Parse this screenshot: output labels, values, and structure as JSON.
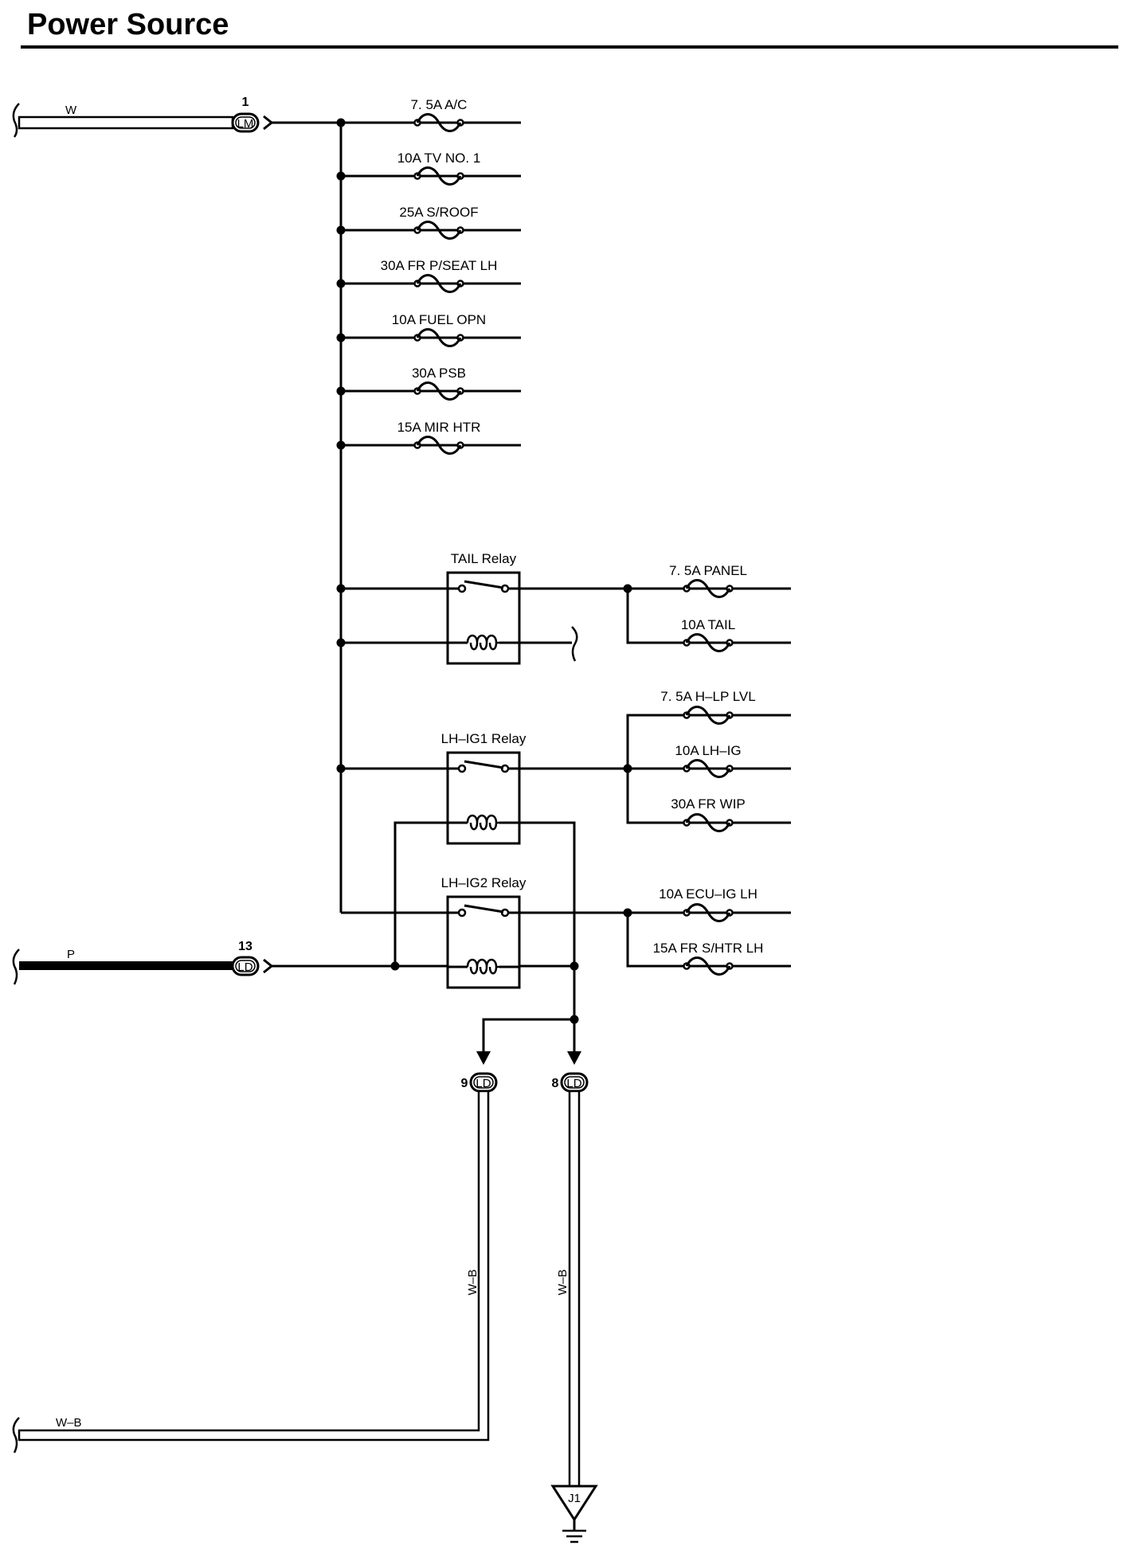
{
  "header": {
    "title": "Power Source"
  },
  "wires": {
    "top_in": "W",
    "mid_in": "P",
    "ground_left": "W–B",
    "ground_vert_1": "W–B",
    "ground_vert_2": "W–B"
  },
  "connectors": {
    "lm": {
      "pin": "1",
      "code": "LM"
    },
    "ld_in": {
      "pin": "13",
      "code": "LD"
    },
    "ld_9": {
      "pin": "9",
      "code": "LD"
    },
    "ld_8": {
      "pin": "8",
      "code": "LD"
    },
    "ground": "J1"
  },
  "fuses": {
    "f1": "7. 5A A/C",
    "f2": "10A TV NO. 1",
    "f3": "25A S/ROOF",
    "f4": "30A FR P/SEAT LH",
    "f5": "10A FUEL OPN",
    "f6": "30A PSB",
    "f7": "15A MIR HTR",
    "f8": "7. 5A PANEL",
    "f9": "10A TAIL",
    "f10": "7. 5A H–LP LVL",
    "f11": "10A LH–IG",
    "f12": "30A FR WIP",
    "f13": "10A ECU–IG LH",
    "f14": "15A FR S/HTR LH"
  },
  "relays": {
    "tail": "TAIL Relay",
    "ig1": "LH–IG1 Relay",
    "ig2": "LH–IG2 Relay"
  }
}
